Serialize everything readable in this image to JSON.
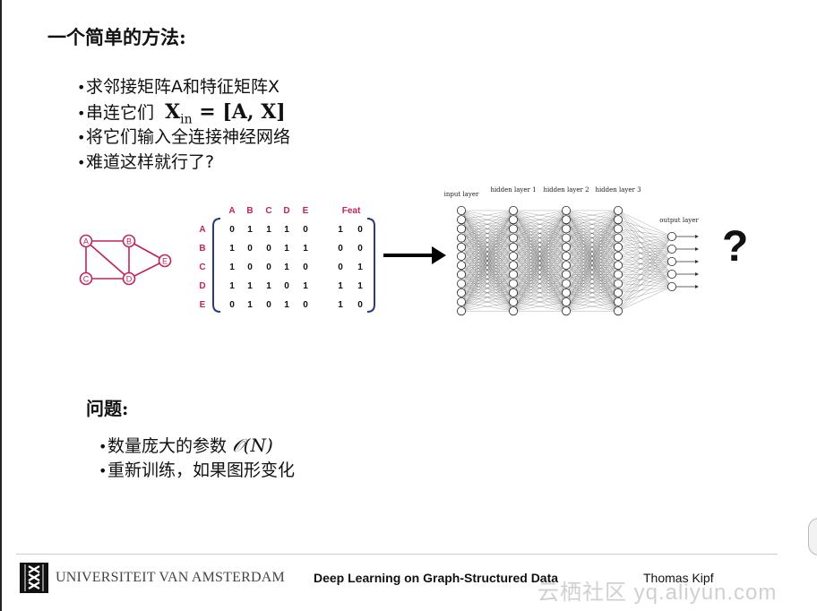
{
  "title": "一个简单的方法:",
  "bullets": [
    {
      "text": "求邻接矩阵A和特征矩阵X"
    },
    {
      "text": "串连它们",
      "eq_main": "X",
      "eq_sub": "in",
      "eq_rest": " = [A, X]"
    },
    {
      "text": "将它们输入全连接神经网络"
    },
    {
      "text": "难道这样就行了?"
    }
  ],
  "graph": {
    "nodes": [
      "A",
      "B",
      "C",
      "D",
      "E"
    ],
    "edges": [
      [
        "A",
        "B"
      ],
      [
        "A",
        "C"
      ],
      [
        "A",
        "D"
      ],
      [
        "B",
        "D"
      ],
      [
        "B",
        "E"
      ],
      [
        "C",
        "D"
      ],
      [
        "D",
        "E"
      ]
    ],
    "color": "#c0245a"
  },
  "matrix": {
    "col_headers": [
      "A",
      "B",
      "C",
      "D",
      "E"
    ],
    "feat_header": "Feat",
    "row_headers": [
      "A",
      "B",
      "C",
      "D",
      "E"
    ],
    "rows": [
      [
        0,
        1,
        1,
        1,
        0,
        1,
        0
      ],
      [
        1,
        0,
        0,
        1,
        1,
        0,
        0
      ],
      [
        1,
        0,
        0,
        1,
        0,
        0,
        1
      ],
      [
        1,
        1,
        1,
        0,
        1,
        1,
        1
      ],
      [
        0,
        1,
        0,
        1,
        0,
        1,
        0
      ]
    ],
    "header_color": "#c0245a",
    "bracket_color": "#2b3a7a"
  },
  "network": {
    "labels": [
      "input layer",
      "hidden layer 1",
      "hidden layer 2",
      "hidden layer 3",
      "output layer"
    ],
    "layer_sizes": [
      12,
      12,
      12,
      12,
      5
    ]
  },
  "question_mark": "?",
  "issues_title": "问题:",
  "issues": [
    {
      "text": "数量庞大的参数",
      "eq": "𝒪(N)"
    },
    {
      "text": "重新训练，如果图形变化",
      "eq": ""
    }
  ],
  "footer": {
    "university": "UNIVERSITEIT VAN AMSTERDAM",
    "title": "Deep Learning on Graph-Structured Data",
    "author": "Thomas Kipf",
    "watermark": "云栖社区 yq.aliyun.com"
  }
}
